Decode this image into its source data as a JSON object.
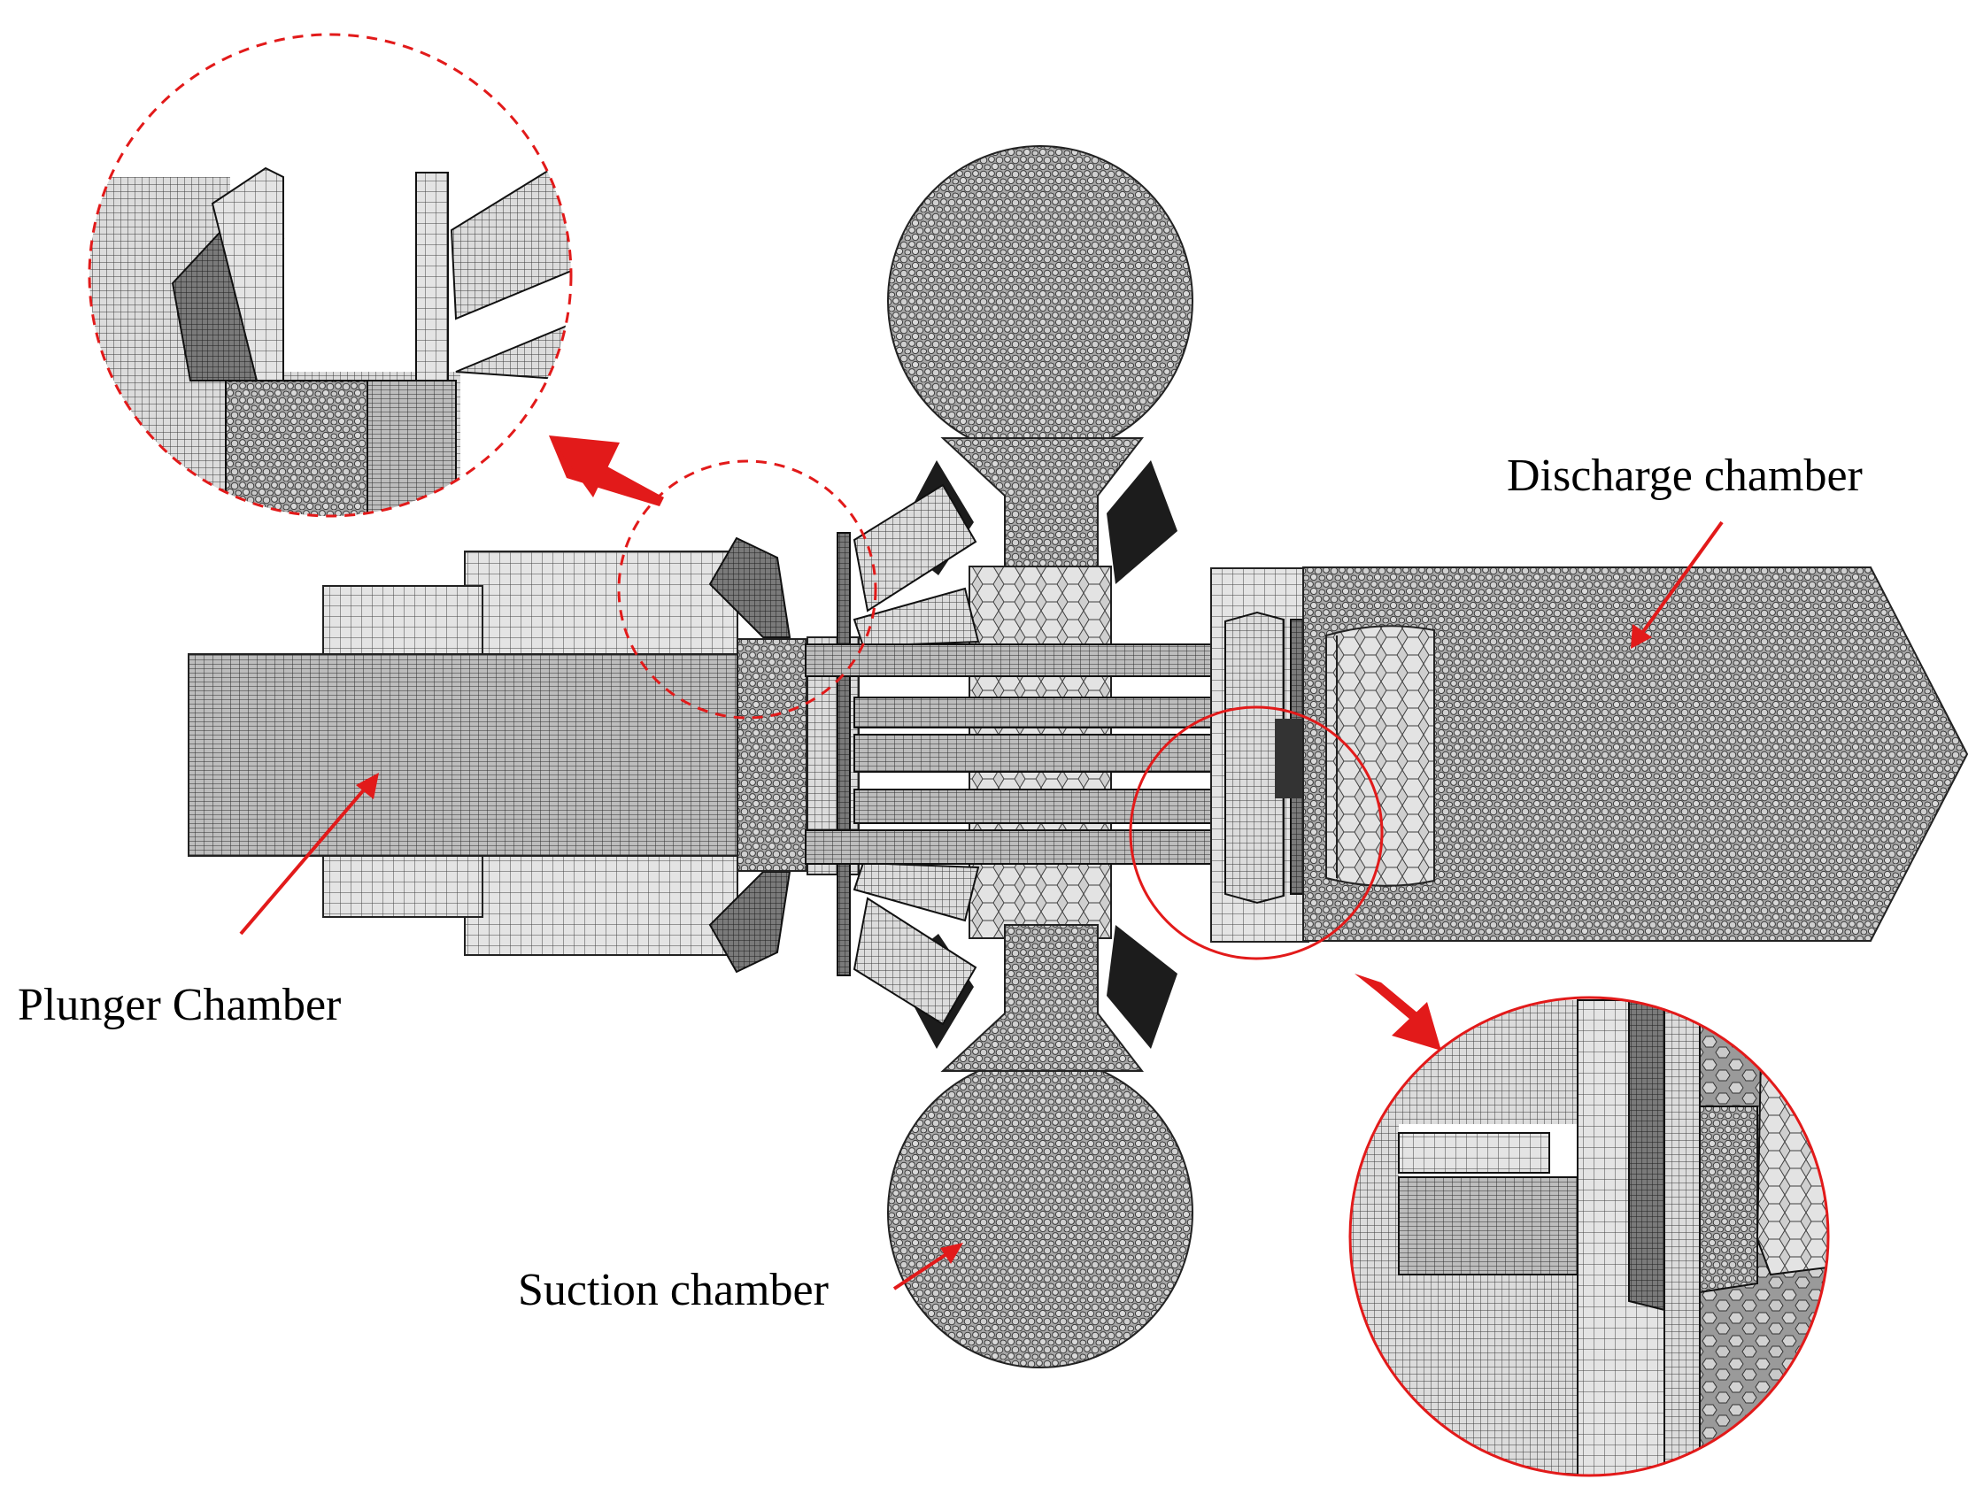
{
  "labels": {
    "discharge": "Discharge chamber",
    "plunger": "Plunger Chamber",
    "suction": "Suction chamber"
  },
  "colors": {
    "callout": "#e21a1a",
    "structured_mesh": "#4a4a4a",
    "polyhedral_mesh": "#8c8c8c",
    "shadow": "#1e1e1e",
    "background": "#ffffff"
  },
  "meshes": {
    "structured": "hexahedral-grid",
    "unstructured": "polyhedral-cells"
  }
}
